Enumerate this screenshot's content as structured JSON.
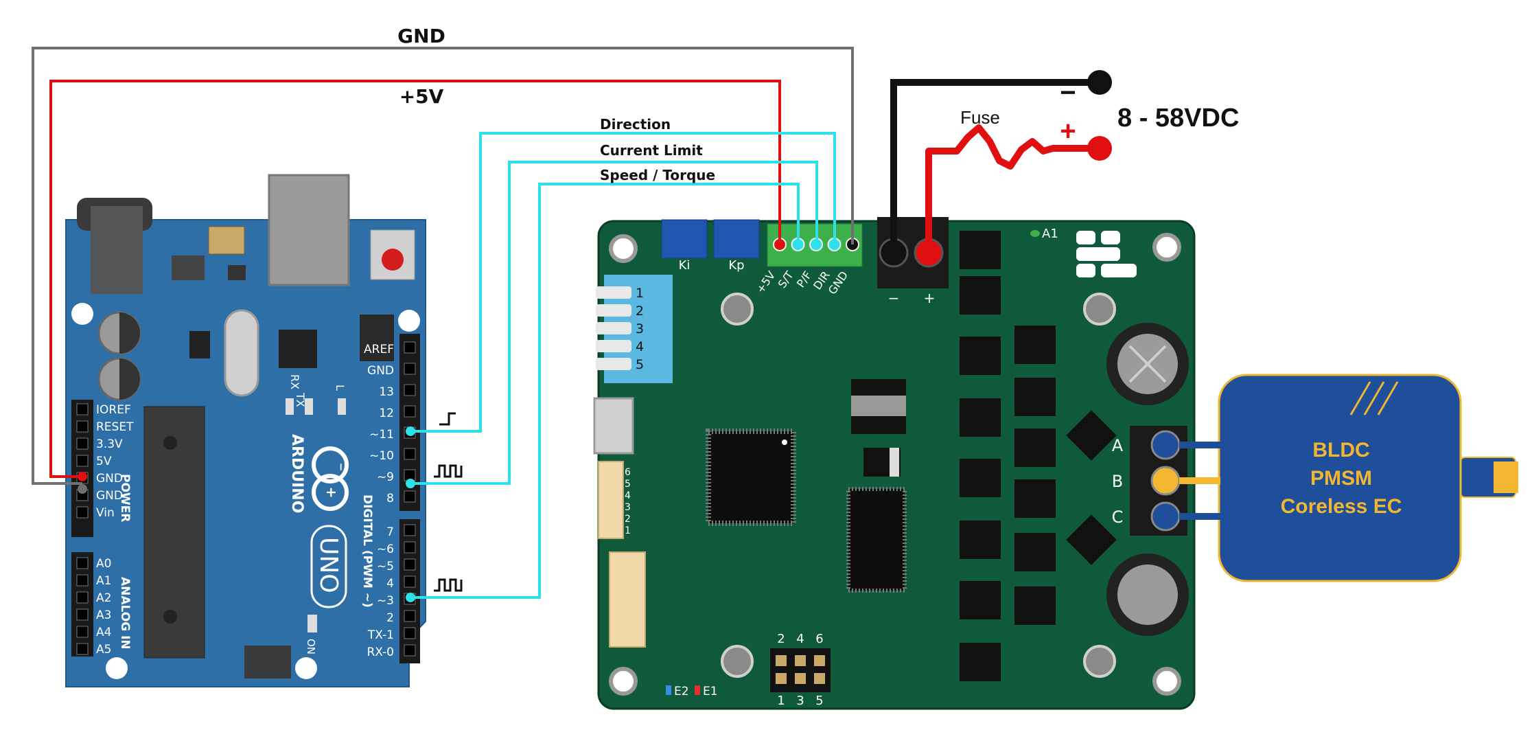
{
  "wires": {
    "gnd": "GND",
    "v5": "+5V",
    "direction": "Direction",
    "current_limit": "Current Limit",
    "speed_torque": "Speed / Torque",
    "fuse": "Fuse",
    "supply": "8 - 58VDC",
    "supply_minus": "−",
    "supply_plus": "+"
  },
  "arduino": {
    "brand": "ARDUINO",
    "model": "UNO",
    "on_label": "ON",
    "tx": "TX",
    "rx": "RX",
    "l": "L",
    "header_digital_top": [
      "AREF",
      "GND",
      "13",
      "12",
      "~11",
      "~10",
      "~9",
      "8"
    ],
    "header_digital_bottom": [
      "7",
      "~6",
      "~5",
      "4",
      "~3",
      "2",
      "TX-1",
      "RX-0"
    ],
    "digital_title": "DIGITAL (PWM ~)",
    "power_pins": [
      "IOREF",
      "RESET",
      "3.3V",
      "5V",
      "GND",
      "GND",
      "Vin"
    ],
    "power_title": "POWER",
    "analog_pins": [
      "A0",
      "A1",
      "A2",
      "A3",
      "A4",
      "A5"
    ],
    "analog_title": "ANALOG IN"
  },
  "controller": {
    "pot_ki": "Ki",
    "pot_kp": "Kp",
    "signal_pins": [
      "+5V",
      "S/T",
      "P/F",
      "DIR",
      "GND"
    ],
    "power_pins": [
      "−",
      "+"
    ],
    "a1": "A1",
    "hall_pins": [
      "1",
      "2",
      "3",
      "4",
      "5"
    ],
    "enc_pins": [
      "6",
      "5",
      "4",
      "3",
      "2",
      "1"
    ],
    "jumper_top": [
      "2",
      "4",
      "6"
    ],
    "jumper_bottom": [
      "1",
      "3",
      "5"
    ],
    "leds": [
      "E2",
      "E1"
    ],
    "phases": [
      "A",
      "B",
      "C"
    ]
  },
  "motor": {
    "line1": "BLDC",
    "line2": "PMSM",
    "line3": "Coreless EC"
  },
  "colors": {
    "signal_wire": "#2de0ea",
    "v5_wire": "#e01010",
    "gnd_wire": "#707070",
    "pcb_green": "#0f5a3a",
    "arduino_blue": "#2f6fa8",
    "motor_blue": "#1f4e9a",
    "motor_text": "#f2b631"
  }
}
